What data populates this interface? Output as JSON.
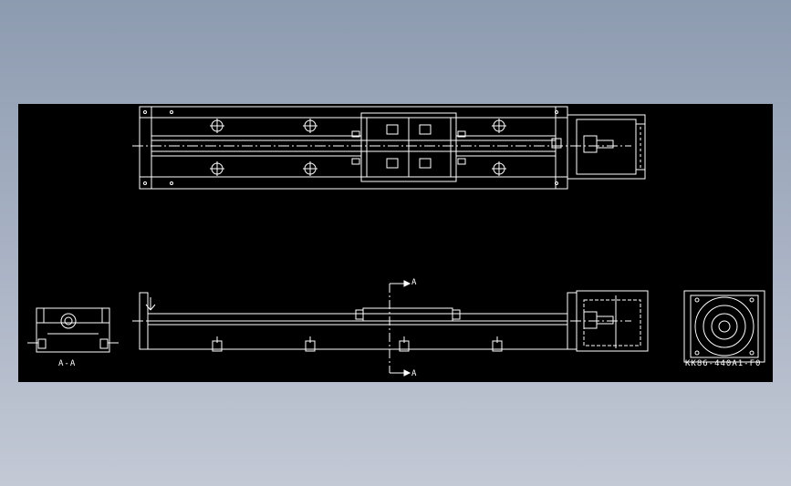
{
  "drawing": {
    "background_color": "#000000",
    "line_color": "#ffffff",
    "section_marker_top": "A",
    "section_marker_bottom": "A",
    "section_view_label": "A-A",
    "part_number": "KK86-440A1-F0"
  }
}
